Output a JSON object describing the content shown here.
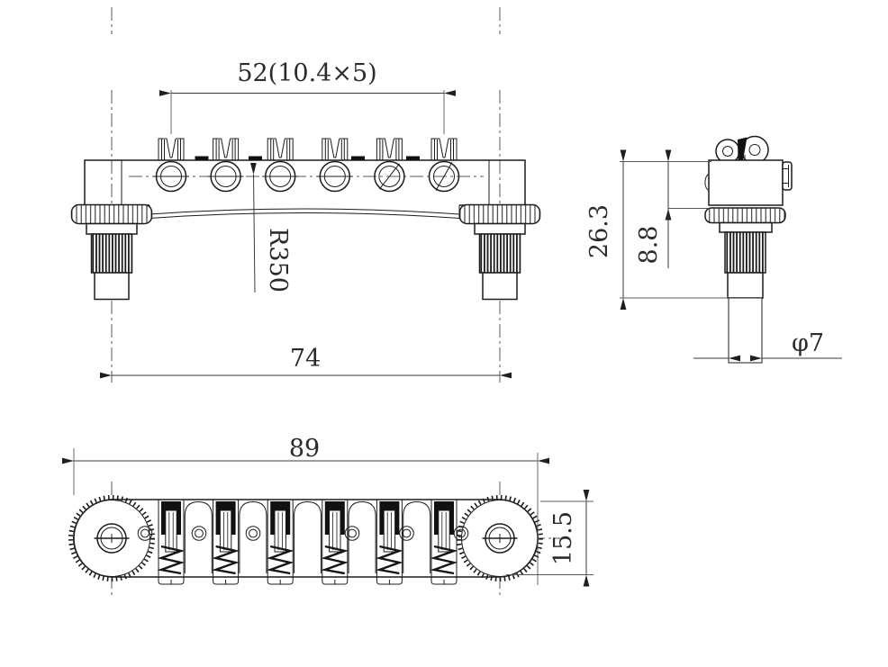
{
  "dimensions": {
    "saddle_span": "52(10.4×5)",
    "radius": "R350",
    "post_spacing": "74",
    "side_overall_height": "26.3",
    "side_body_height": "8.8",
    "post_diameter": "φ7",
    "overall_length": "89",
    "body_width": "15.5"
  },
  "colors": {
    "background": "#ffffff",
    "line": "#1c1c1c",
    "dimension": "#3a3a3a"
  }
}
